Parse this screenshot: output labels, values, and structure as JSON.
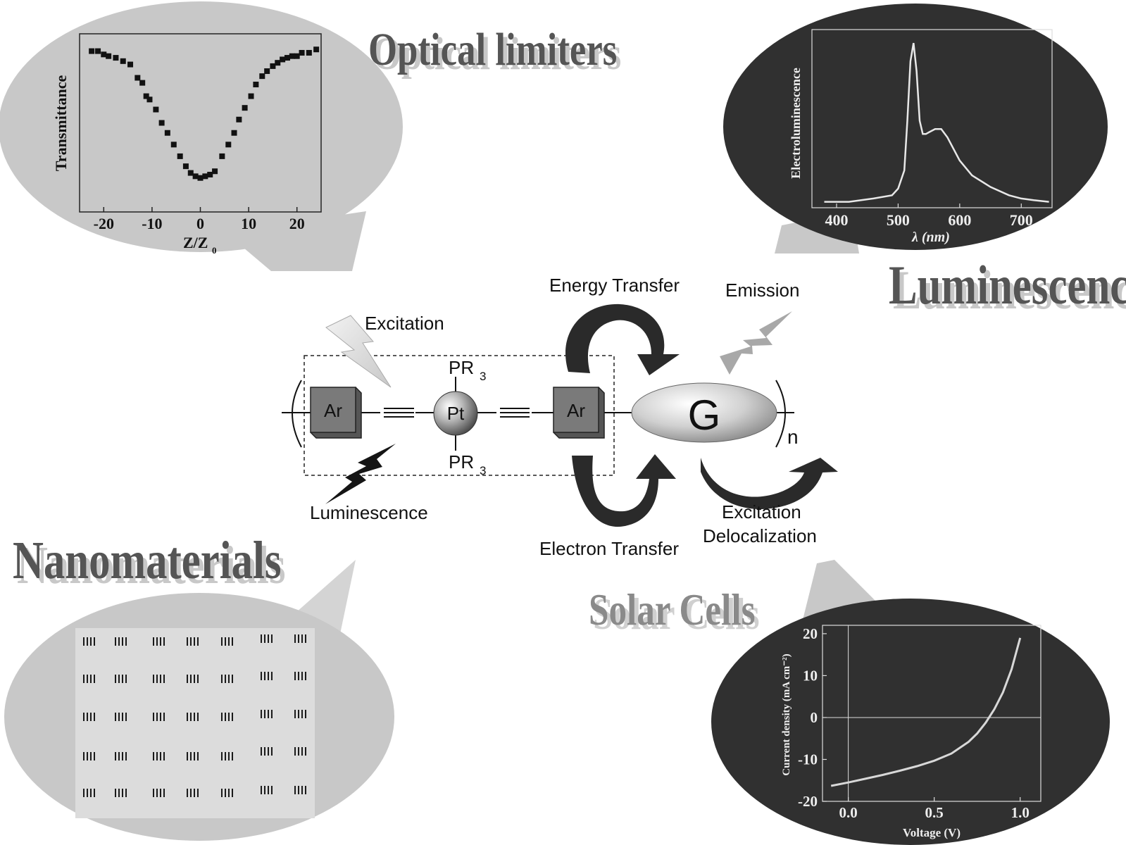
{
  "titles": {
    "optical_limiters": "Optical limiters",
    "luminescence": "Luminescence",
    "nanomaterials": "Nanomaterials",
    "solar_cells": "Solar Cells"
  },
  "center": {
    "ar_label": "Ar",
    "pt_label": "Pt",
    "pr3_label": "PR",
    "pr3_sub": "3",
    "g_label": "G",
    "n_label": "n",
    "excitation": "Excitation",
    "luminescence": "Luminescence",
    "energy_transfer": "Energy Transfer",
    "emission": "Emission",
    "electron_transfer": "Electron Transfer",
    "excitation_deloc_1": "Excitation",
    "excitation_deloc_2": "Delocalization"
  },
  "colors": {
    "light_ellipse": "#c8c8c8",
    "dark_ellipse": "#303030",
    "arrow_dark": "#2a2a2a",
    "box_gray": "#7a7a7a"
  },
  "chart_data": [
    {
      "type": "scatter",
      "xlabel": "Z/Z",
      "xlabel_sub": "0",
      "ylabel": "Transmittance",
      "xlim": [
        -25,
        25
      ],
      "ylim": [
        0,
        1
      ],
      "xticks": [
        -20,
        -10,
        0,
        10,
        20
      ],
      "xtick_labels": [
        "-20",
        "-10",
        "0",
        "10",
        "20"
      ],
      "x": [
        -22.5,
        -21.2,
        -20,
        -19,
        -17.5,
        -16,
        -14.5,
        -13,
        -12,
        -11.2,
        -10.5,
        -9.2,
        -8,
        -6.8,
        -5.5,
        -4.2,
        -3,
        -2,
        -1,
        0,
        1,
        2,
        3,
        4.5,
        5.8,
        7,
        8,
        9.2,
        10.5,
        11.5,
        12.8,
        13.8,
        15,
        16,
        17,
        18,
        19,
        20,
        21,
        22.5,
        24
      ],
      "y": [
        0.93,
        0.93,
        0.91,
        0.9,
        0.89,
        0.87,
        0.85,
        0.77,
        0.74,
        0.66,
        0.64,
        0.58,
        0.5,
        0.44,
        0.37,
        0.3,
        0.24,
        0.2,
        0.18,
        0.17,
        0.18,
        0.19,
        0.21,
        0.3,
        0.37,
        0.44,
        0.52,
        0.59,
        0.66,
        0.73,
        0.78,
        0.81,
        0.84,
        0.86,
        0.88,
        0.89,
        0.9,
        0.9,
        0.92,
        0.92,
        0.94
      ]
    },
    {
      "type": "line",
      "xlabel": "λ (nm)",
      "ylabel": "Electroluminescence",
      "xlim": [
        360,
        750
      ],
      "ylim": [
        0,
        1
      ],
      "xticks": [
        400,
        500,
        600,
        700
      ],
      "xtick_labels": [
        "400",
        "500",
        "600",
        "700"
      ],
      "x": [
        380,
        420,
        460,
        490,
        500,
        510,
        515,
        520,
        525,
        530,
        535,
        540,
        545,
        550,
        560,
        570,
        580,
        600,
        620,
        650,
        680,
        700,
        720,
        745
      ],
      "y": [
        0.01,
        0.01,
        0.03,
        0.05,
        0.09,
        0.2,
        0.5,
        0.86,
        0.97,
        0.8,
        0.5,
        0.42,
        0.42,
        0.43,
        0.45,
        0.45,
        0.4,
        0.26,
        0.17,
        0.1,
        0.05,
        0.03,
        0.02,
        0.01
      ]
    },
    {
      "type": "line",
      "xlabel": "Voltage (V)",
      "ylabel": "Current density (mA cm⁻²)",
      "xlim": [
        -0.15,
        1.12
      ],
      "ylim": [
        -20,
        22
      ],
      "xticks": [
        0.0,
        0.5,
        1.0
      ],
      "xtick_labels": [
        "0.0",
        "0.5",
        "1.0"
      ],
      "yticks": [
        -20,
        -10,
        0,
        10,
        20
      ],
      "ytick_labels": [
        "-20",
        "-10",
        "0",
        "10",
        "20"
      ],
      "x": [
        -0.1,
        0.0,
        0.1,
        0.2,
        0.3,
        0.4,
        0.5,
        0.6,
        0.7,
        0.75,
        0.8,
        0.85,
        0.9,
        0.95,
        1.0
      ],
      "y": [
        -16.3,
        -15.5,
        -14.6,
        -13.7,
        -12.7,
        -11.6,
        -10.3,
        -8.6,
        -5.8,
        -3.8,
        -1.2,
        2.0,
        6.0,
        11.5,
        19.0
      ]
    }
  ]
}
